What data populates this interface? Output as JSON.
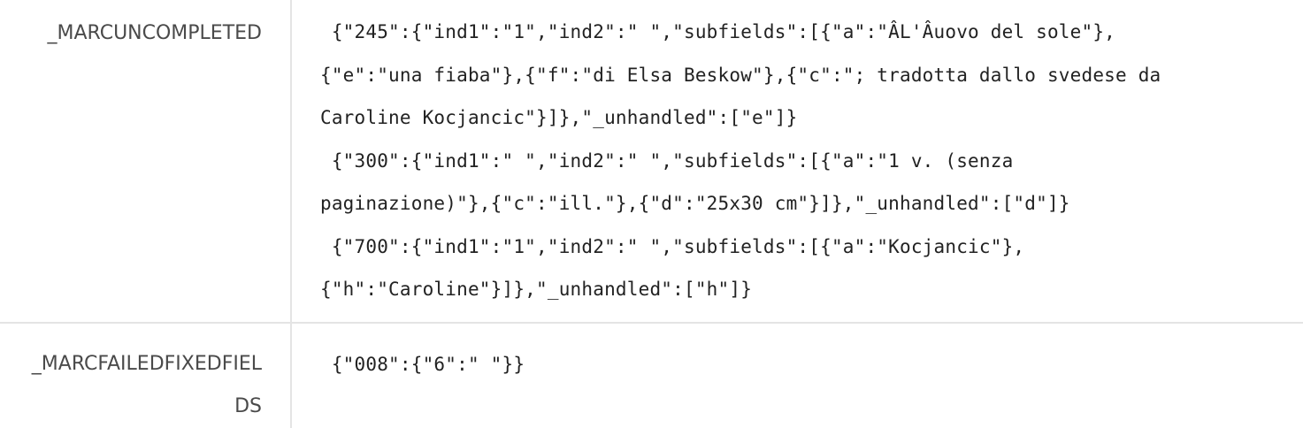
{
  "rows": [
    {
      "key": "_MARCUNCOMPLETED",
      "values": [
        " {\"245\":{\"ind1\":\"1\",\"ind2\":\" \",\"subfields\":[{\"a\":\"ÂL'Âuovo del sole\"},\n{\"e\":\"una fiaba\"},{\"f\":\"di Elsa Beskow\"},{\"c\":\"; tradotta dallo svedese da\nCaroline Kocjancic\"}]},\"_unhandled\":[\"e\"]}",
        " {\"300\":{\"ind1\":\" \",\"ind2\":\" \",\"subfields\":[{\"a\":\"1 v. (senza\npaginazione)\"},{\"c\":\"ill.\"},{\"d\":\"25x30 cm\"}]},\"_unhandled\":[\"d\"]}",
        " {\"700\":{\"ind1\":\"1\",\"ind2\":\" \",\"subfields\":[{\"a\":\"Kocjancic\"},\n{\"h\":\"Caroline\"}]},\"_unhandled\":[\"h\"]}"
      ]
    },
    {
      "key": "_MARCFAILEDFIXEDFIELDS",
      "key_display": "_MARCFAILEDFIXEDFIEL\nDS",
      "values": [
        " {\"008\":{\"6\":\" \"}}"
      ]
    }
  ],
  "colors": {
    "border": "#e4e4e4",
    "key_text": "#4a4a4a",
    "value_text": "#222222",
    "background": "#ffffff"
  }
}
